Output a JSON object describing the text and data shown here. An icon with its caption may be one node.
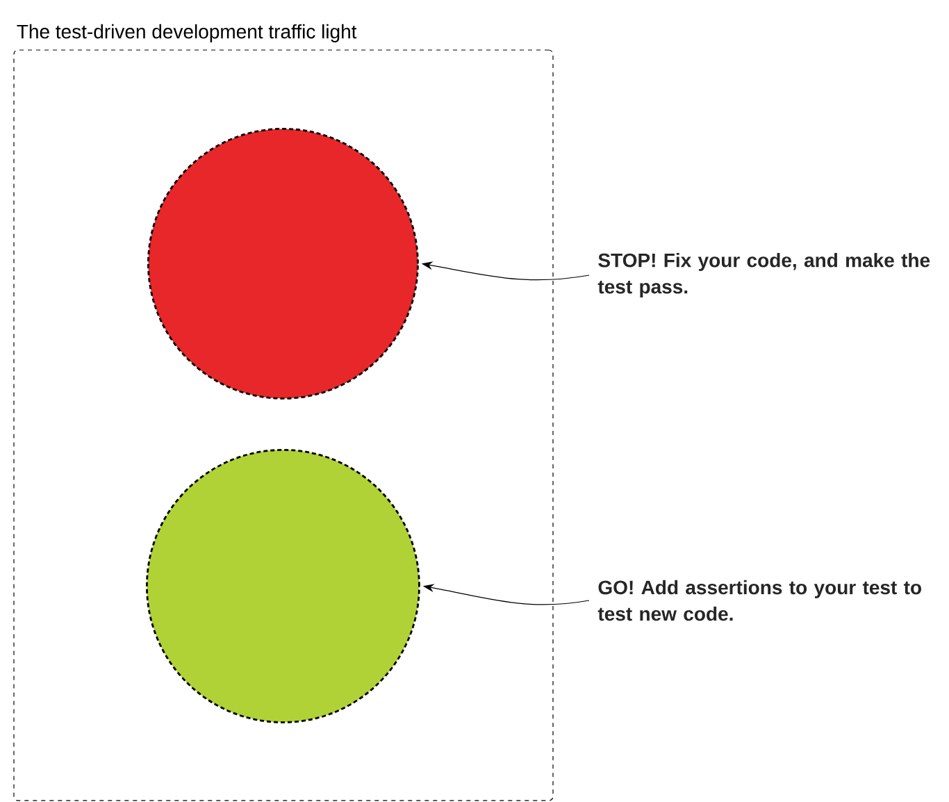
{
  "diagram": {
    "nodes": [
      {
        "text": [
          "The test-driven development traffic light"
        ]
      },
      {
        "text": [],
        "shape": "circle",
        "in": 0
      },
      {
        "text": [],
        "shape": "circle",
        "in": 0
      },
      {
        "text": [
          "STOP! Fix your code, and make the test pass."
        ]
      },
      {
        "text": [
          "GO! Add assertions to your test to test new code."
        ]
      }
    ],
    "edges": [
      {
        "from": 3,
        "to": 1,
        "arrow": "to"
      },
      {
        "from": 4,
        "to": 2,
        "arrow": "to"
      }
    ]
  }
}
